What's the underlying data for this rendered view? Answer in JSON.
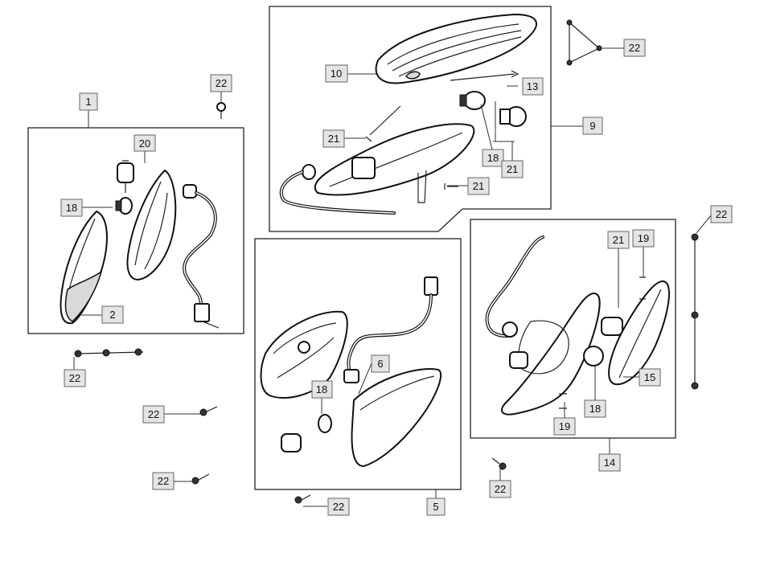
{
  "diagram": {
    "callouts": [
      {
        "id": "c-1",
        "label": "1"
      },
      {
        "id": "c-2",
        "label": "2"
      },
      {
        "id": "c-5",
        "label": "5"
      },
      {
        "id": "c-6",
        "label": "6"
      },
      {
        "id": "c-9",
        "label": "9"
      },
      {
        "id": "c-10",
        "label": "10"
      },
      {
        "id": "c-13",
        "label": "13"
      },
      {
        "id": "c-14",
        "label": "14"
      },
      {
        "id": "c-15",
        "label": "15"
      },
      {
        "id": "c-18a",
        "label": "18"
      },
      {
        "id": "c-18b",
        "label": "18"
      },
      {
        "id": "c-18c",
        "label": "18"
      },
      {
        "id": "c-18d",
        "label": "18"
      },
      {
        "id": "c-19a",
        "label": "19"
      },
      {
        "id": "c-19b",
        "label": "19"
      },
      {
        "id": "c-20",
        "label": "20"
      },
      {
        "id": "c-21a",
        "label": "21"
      },
      {
        "id": "c-21b",
        "label": "21"
      },
      {
        "id": "c-21c",
        "label": "21"
      },
      {
        "id": "c-21d",
        "label": "21"
      },
      {
        "id": "c-22a",
        "label": "22"
      },
      {
        "id": "c-22b",
        "label": "22"
      },
      {
        "id": "c-22c",
        "label": "22"
      },
      {
        "id": "c-22d",
        "label": "22"
      },
      {
        "id": "c-22e",
        "label": "22"
      },
      {
        "id": "c-22f",
        "label": "22"
      },
      {
        "id": "c-22g",
        "label": "22"
      },
      {
        "id": "c-22h",
        "label": "22"
      }
    ]
  }
}
